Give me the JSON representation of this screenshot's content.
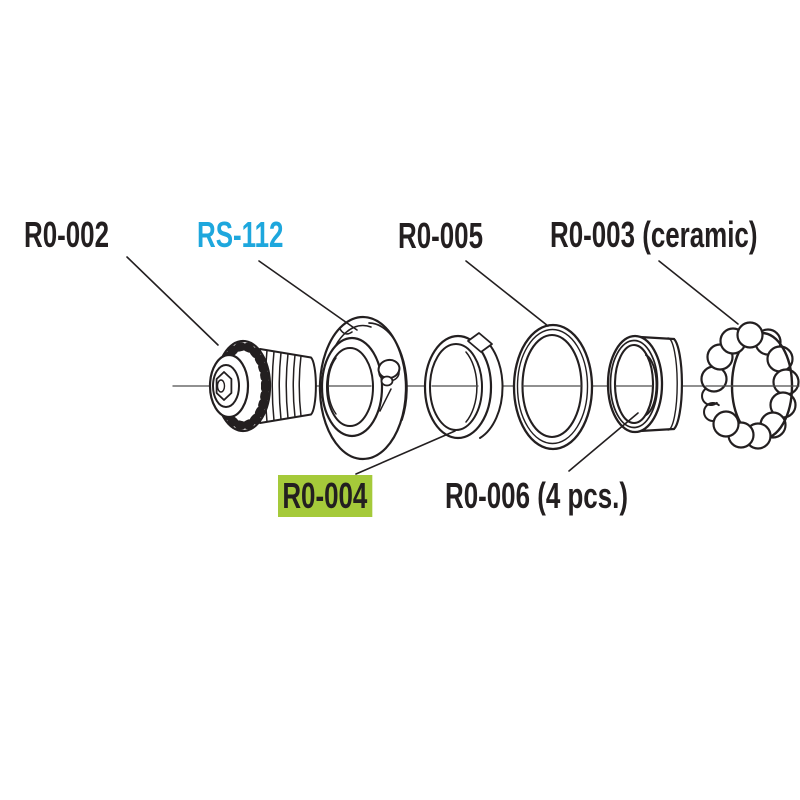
{
  "diagram": {
    "labels": {
      "r0_002": "R0-002",
      "rs_112": "RS-112",
      "r0_005": "R0-005",
      "r0_003": "R0-003 (ceramic)",
      "r0_004": "R0-004",
      "r0_006": "R0-006 (4 pcs.)"
    },
    "colors": {
      "ink": "#231f20",
      "accent_cyan": "#1ea7dd",
      "highlight_green": "#a5ca3a",
      "axis_gray": "#4d4d4d",
      "background": "#ffffff"
    }
  }
}
